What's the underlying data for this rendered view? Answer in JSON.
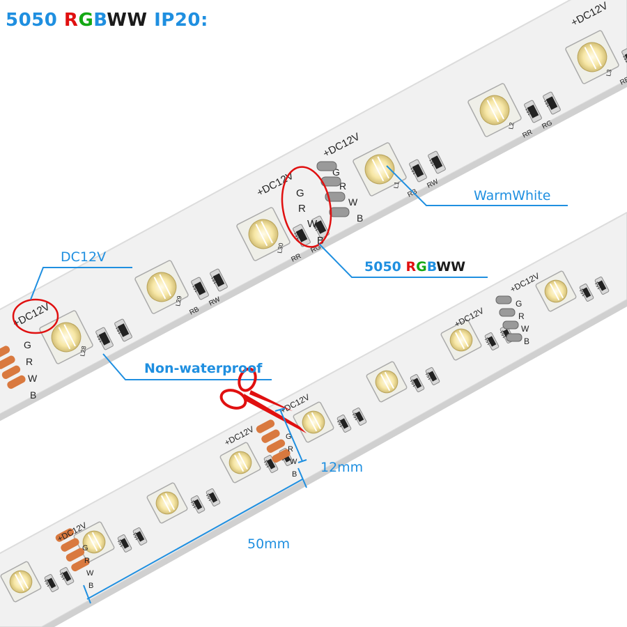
{
  "title": {
    "part1": "5050 ",
    "r": "R",
    "g": "G",
    "b": "B",
    "ww": "WW",
    "rest": " IP20:"
  },
  "colors": {
    "accent": "#1f8fe0",
    "red": "#e01010",
    "green": "#14a814",
    "strip": "#f2f2f2",
    "pad": "#d9793f"
  },
  "callouts": {
    "warm_white": "WarmWhite",
    "dc12v": "DC12V",
    "non_waterproof": "Non-waterproof",
    "led_type": {
      "prefix": "5050 ",
      "r": "R",
      "g": "G",
      "b": "B",
      "ww": "WW"
    },
    "width": "12mm",
    "pitch": "50mm"
  },
  "pcb_labels": {
    "voltage": "+DC12V",
    "pins": [
      "G",
      "R",
      "W",
      "B"
    ],
    "inductors": [
      "L28",
      "L29",
      "L30",
      "L1",
      "L2",
      "L3"
    ],
    "resistor_value": "151",
    "resistor_labels": [
      "RR",
      "RG",
      "RB",
      "RW"
    ]
  }
}
